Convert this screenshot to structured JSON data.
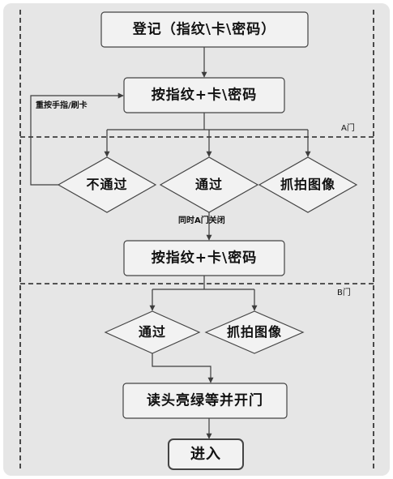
{
  "diagram": {
    "register": "登记（指纹\\卡\\密码）",
    "input_a": "按指纹+卡\\密码",
    "retry_note": "重按手指/刷卡",
    "door_a": "A门",
    "fail": "不通过",
    "pass_a": "通过",
    "capture_a": "抓拍图像",
    "close_note": "同时A门关闭",
    "input_b": "按指纹+卡\\密码",
    "door_b": "B门",
    "pass_b": "通过",
    "capture_b": "抓拍图像",
    "open": "读头亮绿等并开门",
    "enter": "进入"
  },
  "colors": {
    "panel": "#e6e6e6",
    "box_fill": "#f2f2f2",
    "stroke": "#444444",
    "arrow": "#3d3d3d"
  }
}
